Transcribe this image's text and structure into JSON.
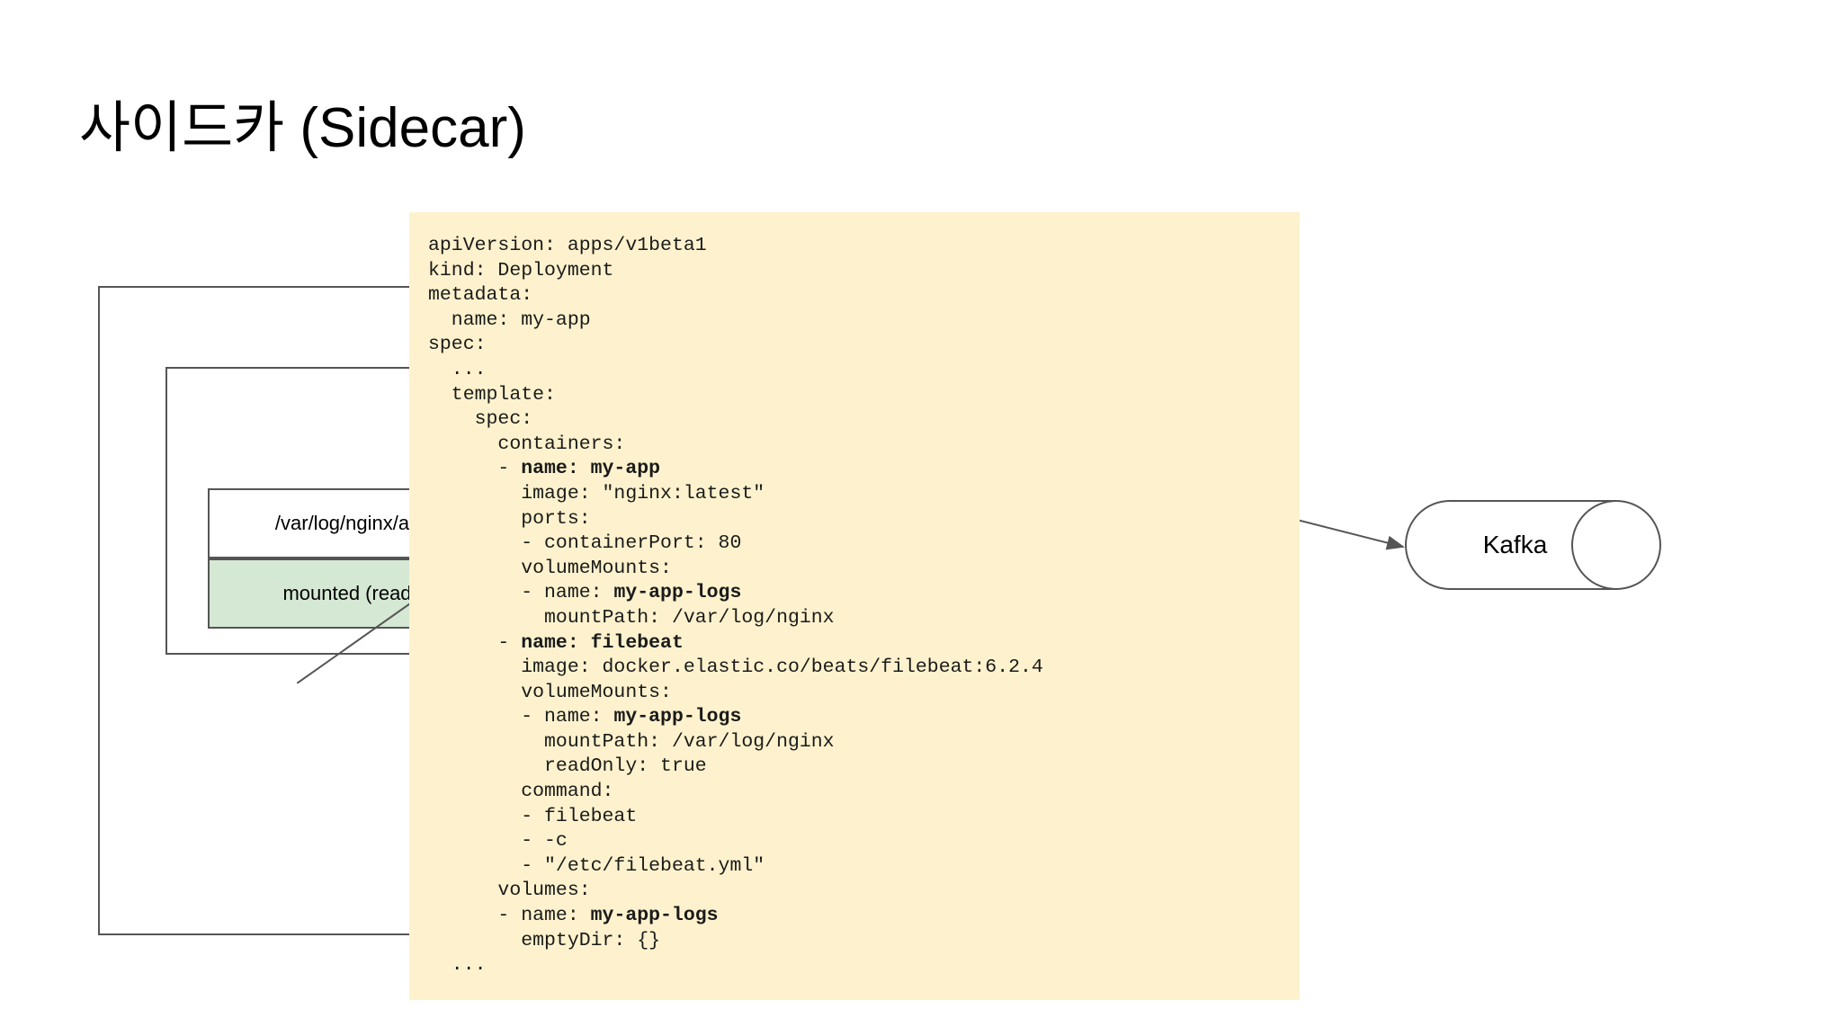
{
  "slide": {
    "title": "사이드카 (Sidecar)",
    "background_color": "#ffffff"
  },
  "diagram": {
    "outer_box": {
      "name": "node-boundary",
      "label": ""
    },
    "inner_box": {
      "name": "pod-boundary",
      "label": ""
    },
    "log_path_box": {
      "label": "/var/log/nginx/ac",
      "fill": "#ffffff"
    },
    "mounted_box": {
      "label": "mounted (read",
      "fill": "#d5e8d4"
    },
    "kafka": {
      "label": "Kafka",
      "shape": "cylinder",
      "fill": "#ffffff"
    },
    "arrow": {
      "name": "arrow-to-kafka",
      "direction": "right"
    }
  },
  "code_panel": {
    "background": "#fdf2cd",
    "language": "yaml",
    "lines": [
      {
        "text": "apiVersion: apps/v1beta1",
        "bold_ranges": []
      },
      {
        "text": "kind: Deployment",
        "bold_ranges": []
      },
      {
        "text": "metadata:",
        "bold_ranges": []
      },
      {
        "text": "  name: my-app",
        "bold_ranges": []
      },
      {
        "text": "spec:",
        "bold_ranges": []
      },
      {
        "text": "  ...",
        "bold_ranges": []
      },
      {
        "text": "  template:",
        "bold_ranges": []
      },
      {
        "text": "    spec:",
        "bold_ranges": []
      },
      {
        "text": "      containers:",
        "bold_ranges": []
      },
      {
        "text": "      - name: my-app",
        "bold_ranges": [
          [
            8,
            21
          ]
        ]
      },
      {
        "text": "        image: \"nginx:latest\"",
        "bold_ranges": []
      },
      {
        "text": "        ports:",
        "bold_ranges": []
      },
      {
        "text": "        - containerPort: 80",
        "bold_ranges": []
      },
      {
        "text": "        volumeMounts:",
        "bold_ranges": []
      },
      {
        "text": "        - name: my-app-logs",
        "bold_ranges": [
          [
            16,
            28
          ]
        ]
      },
      {
        "text": "          mountPath: /var/log/nginx",
        "bold_ranges": []
      },
      {
        "text": "      - name: filebeat",
        "bold_ranges": [
          [
            8,
            22
          ]
        ]
      },
      {
        "text": "        image: docker.elastic.co/beats/filebeat:6.2.4",
        "bold_ranges": []
      },
      {
        "text": "        volumeMounts:",
        "bold_ranges": []
      },
      {
        "text": "        - name: my-app-logs",
        "bold_ranges": [
          [
            16,
            28
          ]
        ]
      },
      {
        "text": "          mountPath: /var/log/nginx",
        "bold_ranges": []
      },
      {
        "text": "          readOnly: true",
        "bold_ranges": []
      },
      {
        "text": "        command:",
        "bold_ranges": []
      },
      {
        "text": "        - filebeat",
        "bold_ranges": []
      },
      {
        "text": "        - -c",
        "bold_ranges": []
      },
      {
        "text": "        - \"/etc/filebeat.yml\"",
        "bold_ranges": []
      },
      {
        "text": "      volumes:",
        "bold_ranges": []
      },
      {
        "text": "      - name: my-app-logs",
        "bold_ranges": [
          [
            14,
            26
          ]
        ]
      },
      {
        "text": "        emptyDir: {}",
        "bold_ranges": []
      },
      {
        "text": "  ...",
        "bold_ranges": []
      }
    ]
  },
  "colors": {
    "code_background": "#fdf2cd",
    "mounted_fill": "#d5e8d4",
    "stroke": "#555555",
    "text": "#000000"
  }
}
